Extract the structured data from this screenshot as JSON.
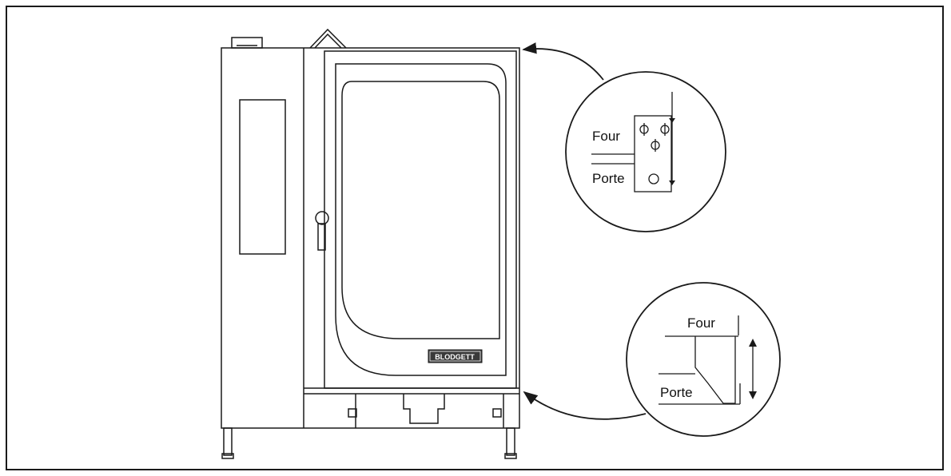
{
  "brand": "BLODGETT",
  "callout_top": {
    "label_oven": "Four",
    "label_door": "Porte"
  },
  "callout_bottom": {
    "label_oven": "Four",
    "label_door": "Porte"
  },
  "colors": {
    "line": "#1a1a1a",
    "background": "#ffffff",
    "badge": "#3a3a3a"
  }
}
